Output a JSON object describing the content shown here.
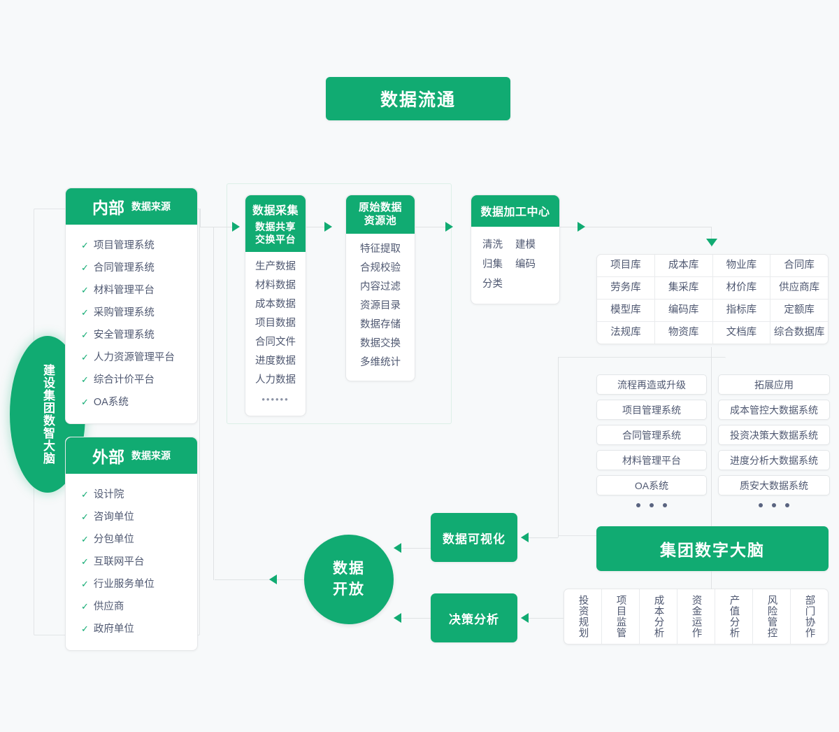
{
  "banner": {
    "title": "数据流通"
  },
  "brand": {
    "label": "建设集团数智大脑"
  },
  "sources": {
    "internal": {
      "title": "内部",
      "subtitle": "数据来源",
      "items": [
        "项目管理系统",
        "合同管理系统",
        "材料管理平台",
        "采购管理系统",
        "安全管理系统",
        "人力资源管理平台",
        "综合计价平台",
        "OA系统"
      ]
    },
    "external": {
      "title": "外部",
      "subtitle": "数据来源",
      "items": [
        "设计院",
        "咨询单位",
        "分包单位",
        "互联网平台",
        "行业服务单位",
        "供应商",
        "政府单位"
      ]
    }
  },
  "collect": {
    "title": "数据采集",
    "subtitle": "数据共享\n交换平台",
    "subtitle_line1": "数据共享",
    "subtitle_line2": "交换平台",
    "items": [
      "生产数据",
      "材料数据",
      "成本数据",
      "项目数据",
      "合同文件",
      "进度数据",
      "人力数据"
    ],
    "more": "••••••"
  },
  "pool": {
    "title_line1": "原始数据",
    "title_line2": "资源池",
    "items": [
      "特征提取",
      "合规校验",
      "内容过滤",
      "资源目录",
      "数据存储",
      "数据交换",
      "多维统计"
    ]
  },
  "processing": {
    "title": "数据加工中心",
    "items": [
      "清洗",
      "建模",
      "归集",
      "编码",
      "分类"
    ]
  },
  "databases": {
    "rows": [
      [
        "项目库",
        "成本库",
        "物业库",
        "合同库"
      ],
      [
        "劳务库",
        "集采库",
        "材价库",
        "供应商库"
      ],
      [
        "模型库",
        "编码库",
        "指标库",
        "定额库"
      ],
      [
        "法规库",
        "物资库",
        "文档库",
        "综合数据库"
      ]
    ]
  },
  "applications": {
    "left_column": [
      "流程再造或升级",
      "项目管理系统",
      "合同管理系统",
      "材料管理平台",
      "OA系统"
    ],
    "right_column": [
      "拓展应用",
      "成本管控大数据系统",
      "投资决策大数据系统",
      "进度分析大数据系统",
      "质安大数据系统"
    ],
    "ellipsis_dots": 3
  },
  "brain": {
    "title": "集团数字大脑"
  },
  "capabilities": [
    "投资规划",
    "项目监管",
    "成本分析",
    "资金运作",
    "产值分析",
    "风险管控",
    "部门协作"
  ],
  "outputs": {
    "visualization": "数据可视化",
    "decision": "决策分析",
    "open_line1": "数据",
    "open_line2": "开放"
  },
  "colors": {
    "accent": "#11ab72",
    "text": "#4f5871",
    "line": "#dfe2e4",
    "card_border": "#e6e8ea",
    "background": "#f7f9fa"
  }
}
